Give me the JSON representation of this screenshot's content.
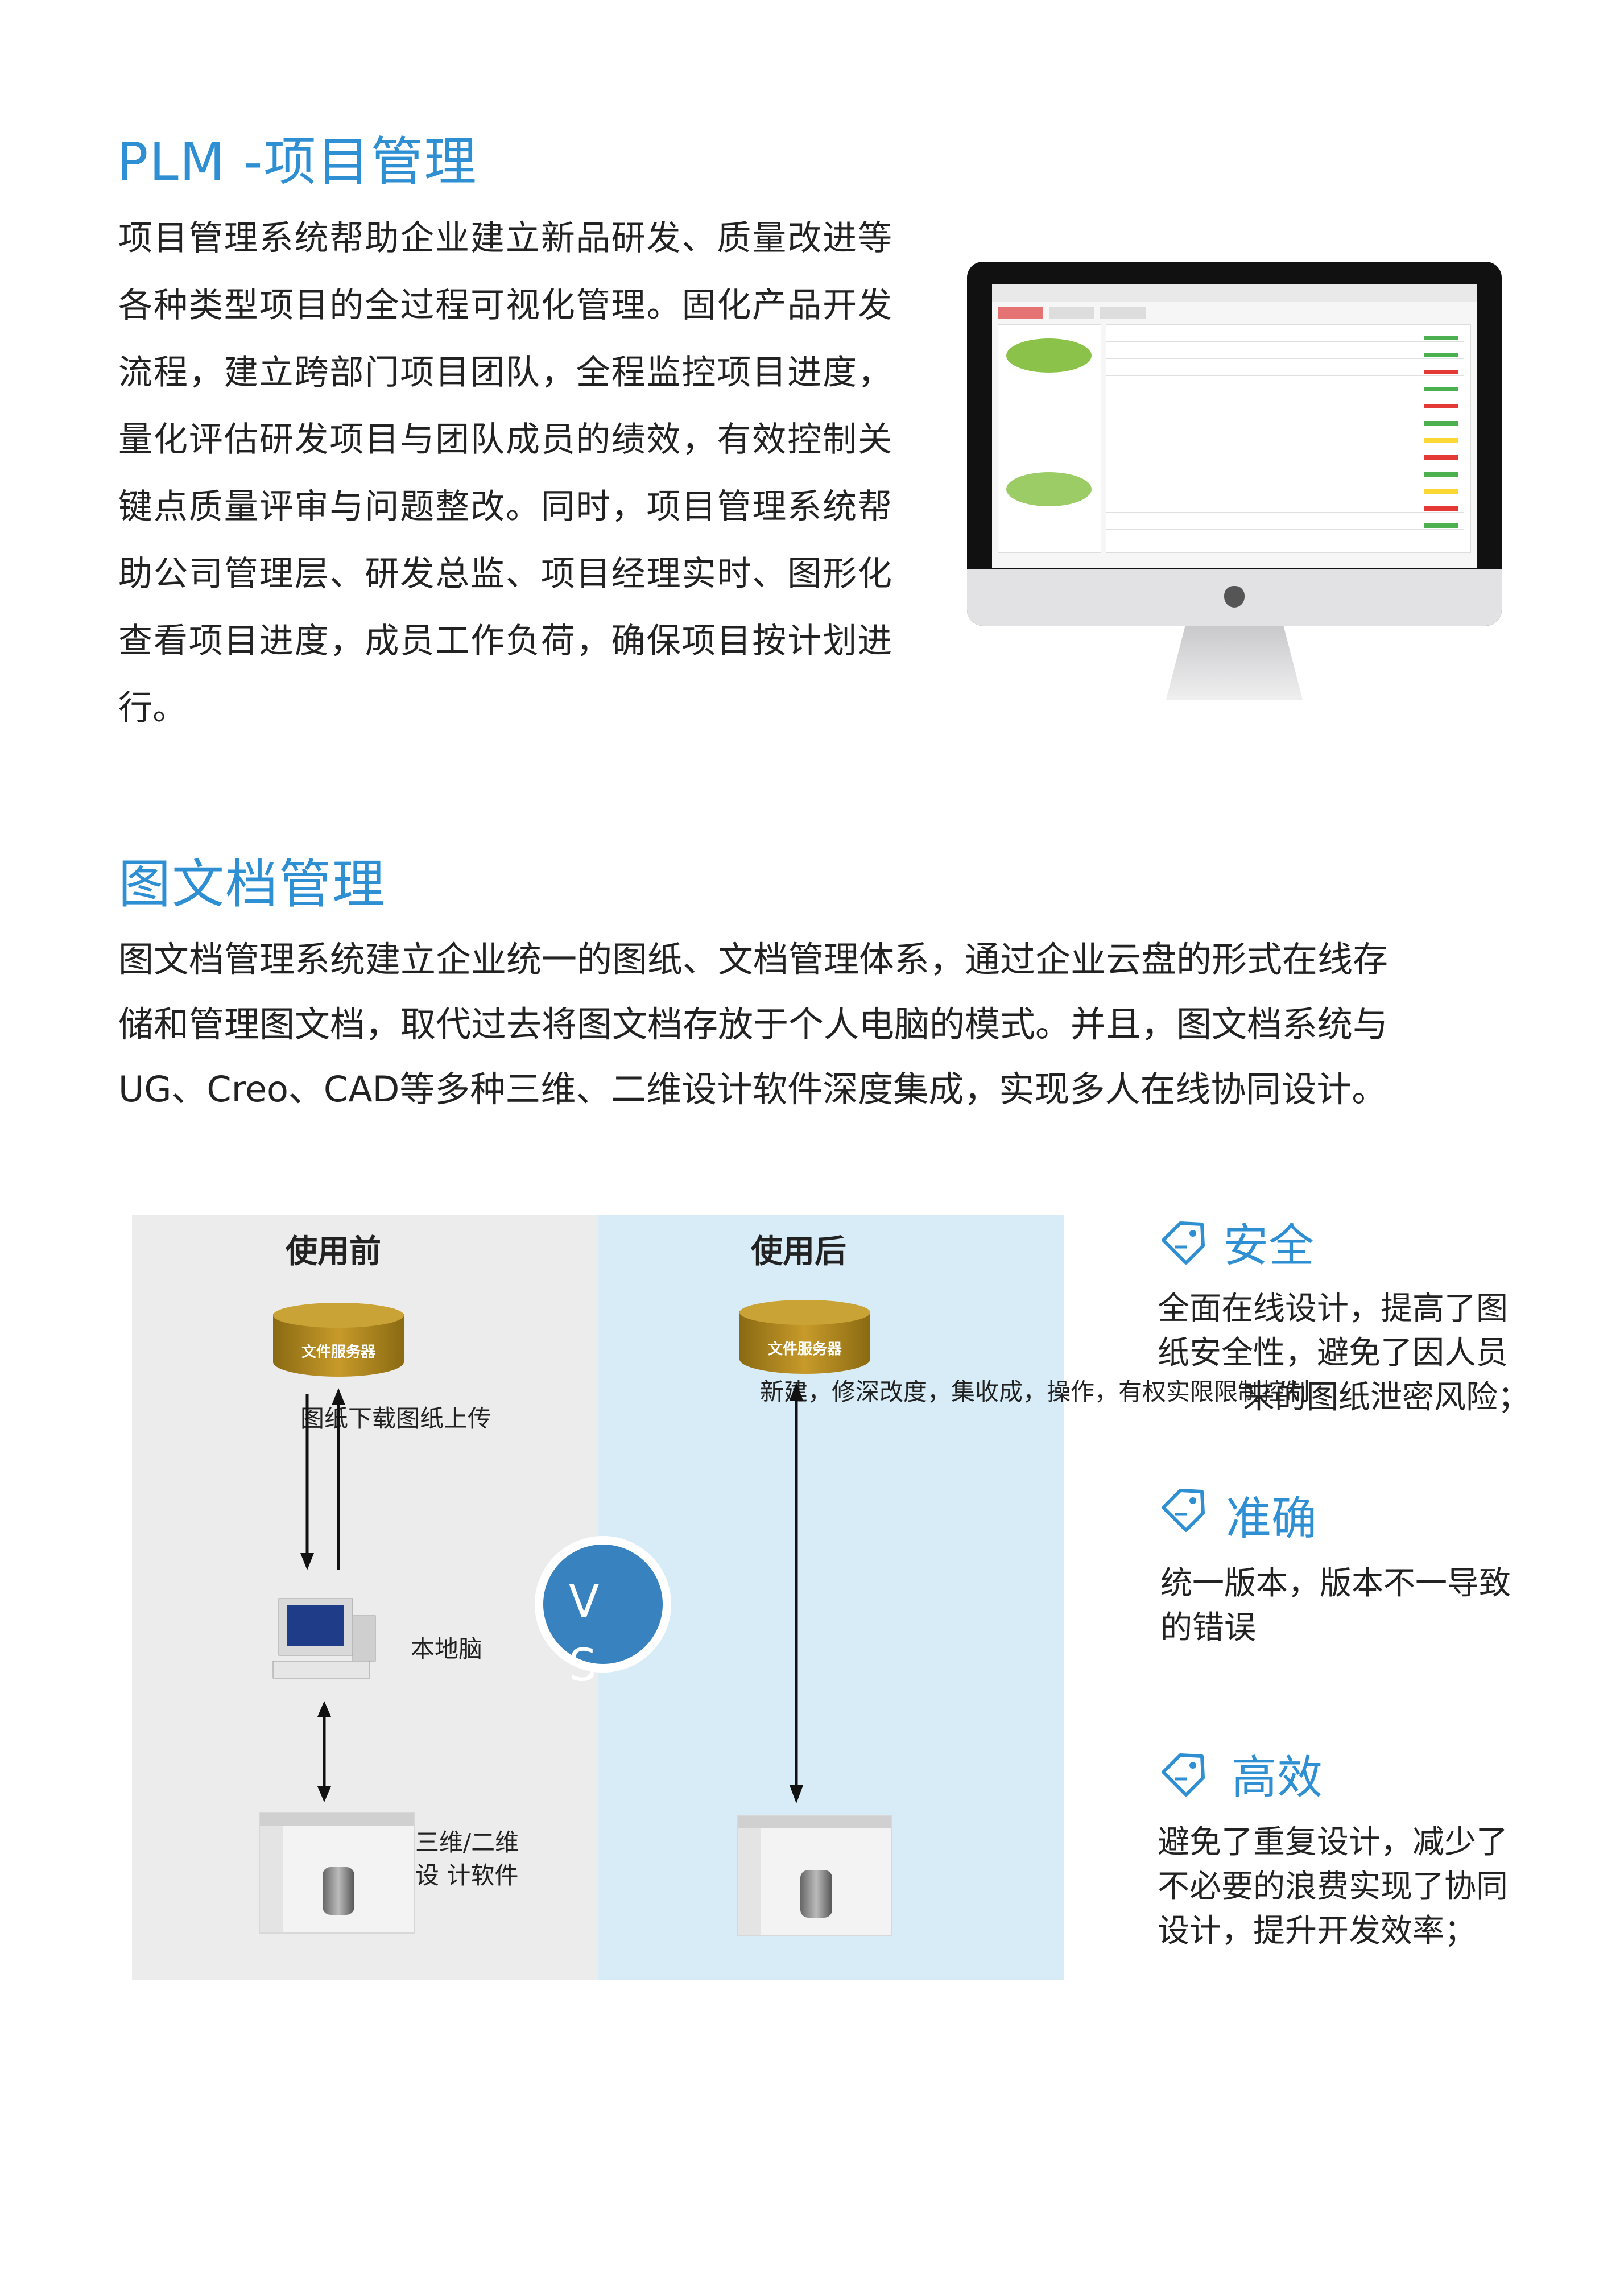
{
  "plm": {
    "title": "PLM -项目管理",
    "body": "项目管理系统帮助企业建立新品研发、质量改进等各种类型项目的全过程可视化管理。固化产品开发流程，建立跨部门项目团队，全程监控项目进度，量化评估研发项目与团队成员的绩效，有效控制关键点质量评审与问题整改。同时，项目管理系统帮助公司管理层、研发总监、项目经理实时、图形化查看项目进度，成员工作负荷，确保项目按计划进行。"
  },
  "doc": {
    "title": "图文档管理",
    "body_lines": [
      "图文档管理系统建立企业统一的图纸、文档管理体系，通过企业云盘的形式在线存",
      "储和管理图文档，取代过去将图文档存放于个人电脑的模式。并且，图文档系统与",
      "UG、Creo、CAD等多种三维、二维设计软件深度集成，实现多人在线协同设计。"
    ]
  },
  "compare": {
    "before_title": "使用前",
    "after_title": "使用后",
    "server_label": "文件服务器",
    "before_arrow_label": "图纸下载图纸上传",
    "local_pc_label": "本地脑",
    "cad_label_line1": "三维/二维",
    "cad_label_line2": "设 计软件",
    "after_overlap_text": "新建，修深改度，集收成，操作，有权实限限制控制",
    "vs_text": "VS"
  },
  "features": [
    {
      "title": "安全",
      "text": "全面在线设计，提高了图纸安全性，避免了因人员",
      "text_tail": "的图纸泄密风险；",
      "text_tail_prefix": "来"
    },
    {
      "title": "准确",
      "text": "统一版本，版本不一导致的错误"
    },
    {
      "title": "高效",
      "text": "避免了重复设计，减少了不必要的浪费实现了协同设计，提升开发效率；"
    }
  ],
  "colors": {
    "accent": "#2e8fd3",
    "vs_blue": "#3883bf",
    "panel_left": "#ececec",
    "panel_right": "#d7ecf7",
    "server_gold": "#c79a2a"
  }
}
